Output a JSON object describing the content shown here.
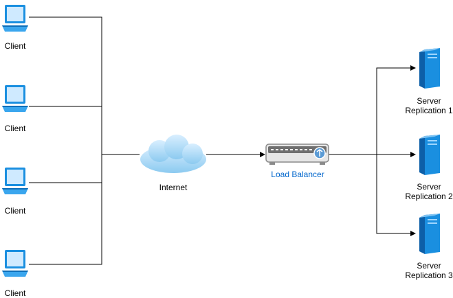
{
  "diagram": {
    "clients": [
      {
        "label": "Client"
      },
      {
        "label": "Client"
      },
      {
        "label": "Client"
      },
      {
        "label": "Client"
      }
    ],
    "internet": {
      "label": "Internet"
    },
    "load_balancer": {
      "label": "Load Balancer"
    },
    "servers": [
      {
        "label_line1": "Server",
        "label_line2": "Replication 1"
      },
      {
        "label_line1": "Server",
        "label_line2": "Replication 2"
      },
      {
        "label_line1": "Server",
        "label_line2": "Replication 3"
      }
    ],
    "icons": {
      "client": "laptop-icon",
      "internet": "cloud-icon",
      "load_balancer": "load-balancer-icon",
      "server": "server-icon"
    },
    "colors": {
      "line": "#000000",
      "load_balancer_label": "#0066cc",
      "icon_blue": "#1a8fe0",
      "cloud": "#b3dcf5"
    }
  }
}
